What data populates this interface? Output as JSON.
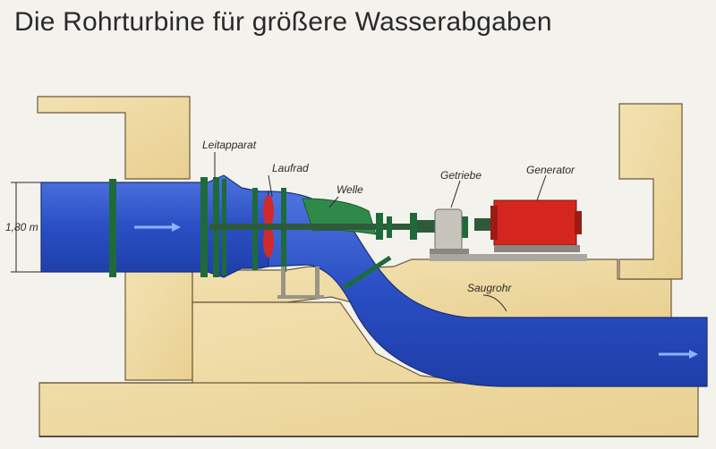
{
  "title": "Die Rohrturbine für größere Wasserabgaben",
  "labels": {
    "leitapparat": "Leitapparat",
    "laufrad": "Laufrad",
    "welle": "Welle",
    "getriebe": "Getriebe",
    "generator": "Generator",
    "saugrohr": "Saugrohr",
    "dimension": "1,80 m"
  },
  "colors": {
    "concrete": "#efd9a3",
    "water": "#2f54c8",
    "flange": "#1f6a3a",
    "generator": "#d4261f",
    "gearbox": "#b9b6ad"
  }
}
